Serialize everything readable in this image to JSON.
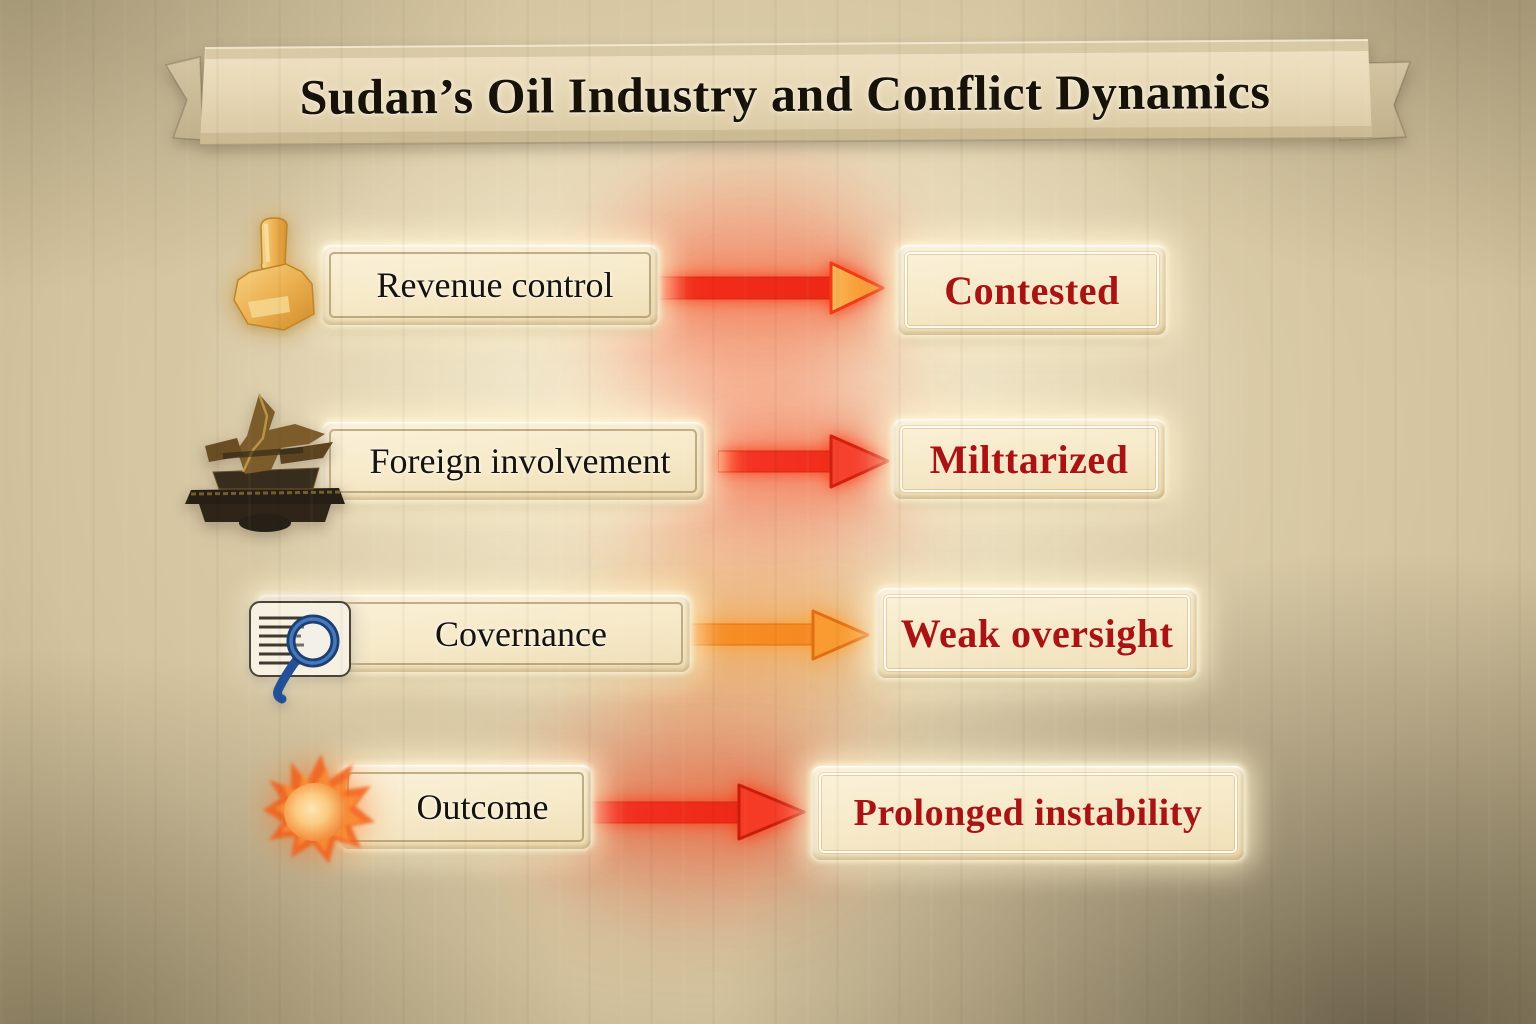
{
  "banner": {
    "title": "Sudan’s Oil Industry and Conflict Dynamics"
  },
  "rows": [
    {
      "label": "Revenue control",
      "result": "Contested",
      "icon": "oil-derrick-icon",
      "arrow": {
        "shaft_color": "#f0301c",
        "head_color": "#f79b2d"
      }
    },
    {
      "label": "Foreign involvement",
      "result": "Milttarized",
      "icon": "warship-icon",
      "arrow": {
        "shaft_color": "#f33a26",
        "head_color": "#f6412e"
      }
    },
    {
      "label": "Covernance",
      "result": "Weak oversight",
      "icon": "document-magnifier-icon",
      "arrow": {
        "shaft_color": "#f8932b",
        "head_color": "#f99b30"
      }
    },
    {
      "label": "Outcome",
      "result": "Prolonged instability",
      "icon": "fireball-icon",
      "arrow": {
        "shaft_color": "#f23220",
        "head_color": "#f53a26"
      }
    }
  ],
  "colors": {
    "background_center": "#f2e7cb",
    "background_edge": "#6e6450",
    "banner_fill": "#e8dabb",
    "box_fill": "#f7ecd0",
    "label_text": "#17120c",
    "result_text": "#a81313",
    "red_arrow": "#f0301c",
    "orange_arrow": "#f8932b",
    "magnifier_blue": "#24509a",
    "gold": "#ecb050"
  }
}
